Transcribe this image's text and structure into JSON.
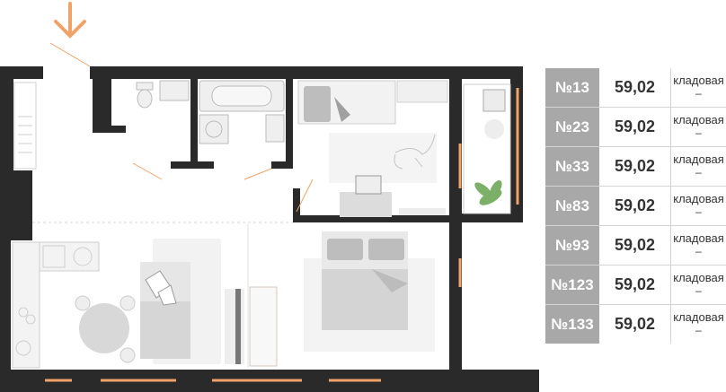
{
  "apartments": [
    {
      "number": "№13",
      "area": "59,02",
      "storage_label": "кладовая",
      "storage_value": "–"
    },
    {
      "number": "№23",
      "area": "59,02",
      "storage_label": "кладовая",
      "storage_value": "–"
    },
    {
      "number": "№33",
      "area": "59,02",
      "storage_label": "кладовая",
      "storage_value": "–"
    },
    {
      "number": "№83",
      "area": "59,02",
      "storage_label": "кладовая",
      "storage_value": "–"
    },
    {
      "number": "№93",
      "area": "59,02",
      "storage_label": "кладовая",
      "storage_value": "–"
    },
    {
      "number": "№123",
      "area": "59,02",
      "storage_label": "кладовая",
      "storage_value": "–"
    },
    {
      "number": "№133",
      "area": "59,02",
      "storage_label": "кладовая",
      "storage_value": "–"
    }
  ],
  "colors": {
    "wall": "#2a2a2a",
    "accent": "#f0a268",
    "number_bg": "#a8a8a8",
    "furniture": "#e3e3e3",
    "plant": "#7cb069"
  },
  "icons": [
    "entrance-arrow-icon",
    "plant-icon",
    "dog-icon",
    "cat-icon",
    "armchair-icon"
  ]
}
